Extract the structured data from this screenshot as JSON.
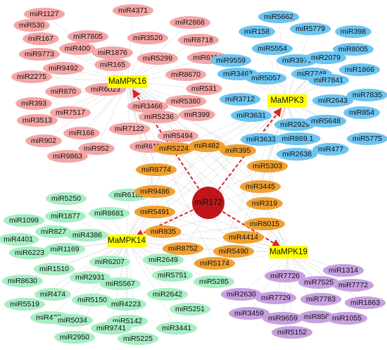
{
  "colors": {
    "center": "#c0151b",
    "hub": "#ffff00",
    "shared": "#f0a030",
    "pink": "#f4a6a6",
    "blue": "#6cc4f0",
    "green": "#a6eec4",
    "purple": "#c7a0e0",
    "arrow": "#e02020"
  },
  "center": {
    "label": "miR172"
  },
  "hubs": [
    {
      "id": "mpk16",
      "label": "MaMPK16"
    },
    {
      "id": "mpk3",
      "label": "MaMPK3"
    },
    {
      "id": "mpk14",
      "label": "MaMPK14"
    },
    {
      "id": "mpk19",
      "label": "MaMPK19"
    }
  ],
  "groups": [
    {
      "hub": "mpk16",
      "color": "pink",
      "labels": [
        "miR1127",
        "miR4371",
        "miR530",
        "miR2866",
        "miR167",
        "miR7805",
        "miR3520",
        "miR8718",
        "miR400",
        "miR9773",
        "miR1876",
        "miR5299",
        "miR6116",
        "miR9492",
        "miR165",
        "miR2275",
        "miR8670",
        "miR870",
        "miR6023",
        "miR531",
        "miR393",
        "miR3466",
        "miR5380",
        "miR7517",
        "miR399",
        "miR3513",
        "miR5236",
        "miR166",
        "miR7122",
        "miR902",
        "miR5494",
        "miR952",
        "miR6114",
        "miR9863"
      ]
    },
    {
      "hub": "mpk3",
      "color": "blue",
      "labels": [
        "miR5662",
        "miR158",
        "miR5779",
        "miR398",
        "miR5554",
        "miR8005",
        "miR9559",
        "miR3979",
        "miR2079",
        "miR3463",
        "miR5057",
        "miR7748",
        "miR1866",
        "miR7841",
        "miR3712",
        "miR2643",
        "miR7835",
        "miR3631",
        "miR854",
        "miR2929",
        "miR3633",
        "miR5648",
        "miR869.1",
        "miR5775",
        "miR2638",
        "miR477"
      ]
    },
    {
      "hub": "mpk14",
      "color": "green",
      "labels": [
        "miR5250",
        "miR6189",
        "miR1099",
        "miR1877",
        "miR8681",
        "miR827",
        "miR4401",
        "miR4386",
        "miR6223",
        "miR1169",
        "miR6207",
        "miR2649",
        "miR1510",
        "miR2931",
        "miR8630",
        "miR474",
        "miR5567",
        "miR5751",
        "miR5285",
        "miR5519",
        "miR5150",
        "miR2642",
        "miR4374",
        "miR4223",
        "miR5034",
        "miR5142",
        "miR5251",
        "miR9741",
        "miR2950",
        "miR5225",
        "miR3441"
      ]
    },
    {
      "hub": "mpk19",
      "color": "purple",
      "labels": [
        "miR7726",
        "miR1314",
        "miR7525",
        "miR7772",
        "miR2630",
        "miR7729",
        "miR7783",
        "miR1863",
        "miR3459",
        "miR9659",
        "miR858",
        "miR1055",
        "miR5152"
      ]
    },
    {
      "hub": "shared",
      "color": "shared",
      "labels": [
        "miR5224",
        "miR482",
        "miR395",
        "miR8774",
        "miR5303",
        "miR9486",
        "miR3445",
        "miR319",
        "miR5491",
        "miR8015",
        "miR835",
        "miR4414",
        "miR8752",
        "miR5490",
        "miR5174"
      ]
    }
  ]
}
